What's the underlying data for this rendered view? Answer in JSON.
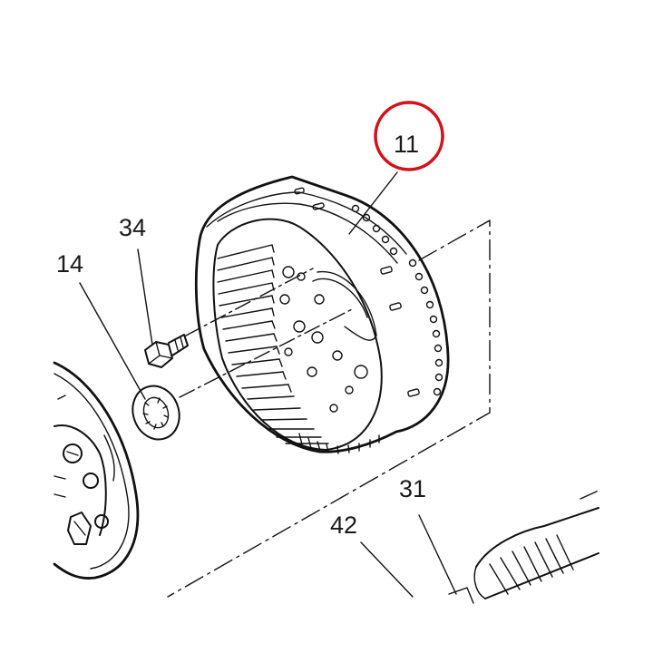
{
  "callouts": {
    "highlighted": "11",
    "bolt": "34",
    "washer": "14",
    "shaft": "31",
    "spacer": "42"
  },
  "highlight_color": "#d0121b",
  "line_color": "#111111"
}
